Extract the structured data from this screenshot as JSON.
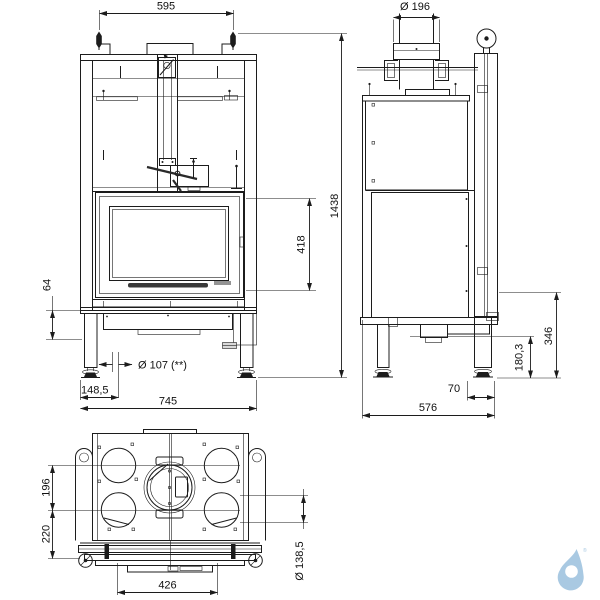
{
  "meta": {
    "background": "#ffffff",
    "line_color": "#1c1c1c",
    "drawing_type": "fireplace insert dimensional drawing"
  },
  "views": {
    "front": {
      "dims": {
        "top_width": "595",
        "total_height": "1438",
        "door_height": "418",
        "base_step": "64",
        "intake_diameter": "Ø 107 (**)",
        "intake_offset": "148,5",
        "total_width": "745"
      }
    },
    "side": {
      "dims": {
        "flue_diameter": "Ø 196",
        "base_height": "346",
        "leg_height": "180,3",
        "rear_leg_offset": "70",
        "total_depth": "576"
      }
    },
    "top": {
      "dims": {
        "row_spacing": "196",
        "front_spacing": "220",
        "front_width": "426",
        "outlet_diameter": "Ø 138,5"
      }
    }
  },
  "logo": {
    "color": "#a9c9e2",
    "registered_mark": "®"
  }
}
